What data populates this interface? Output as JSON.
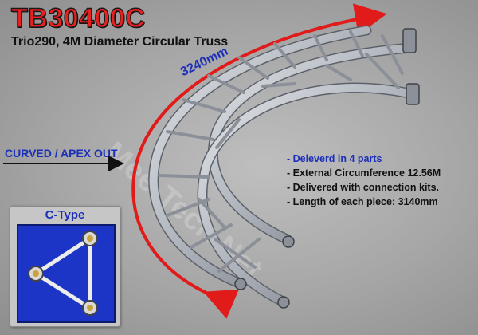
{
  "title": "TB30400C",
  "subtitle": "Trio290, 4M Diameter Circular Truss",
  "dimension_label": "3240mm",
  "curve_label": "CURVED / APEX OUT",
  "watermark": "Mee-Tech.Net",
  "features": [
    "- Deleverd in 4 parts",
    "- External Circumference 12.56M",
    "- Delivered with connection kits.",
    "- Length of each piece: 3140mm"
  ],
  "ctype": {
    "label": "C-Type"
  },
  "colors": {
    "title": "#e8201f",
    "accent_blue": "#1c2fb8",
    "arrow_red": "#e11a1a",
    "truss": "#b7bcc4",
    "diagram_bg": "#1c35c6"
  },
  "icons": {
    "truss": "curved-truss-illustration",
    "arrow": "red-arc-arrow"
  }
}
